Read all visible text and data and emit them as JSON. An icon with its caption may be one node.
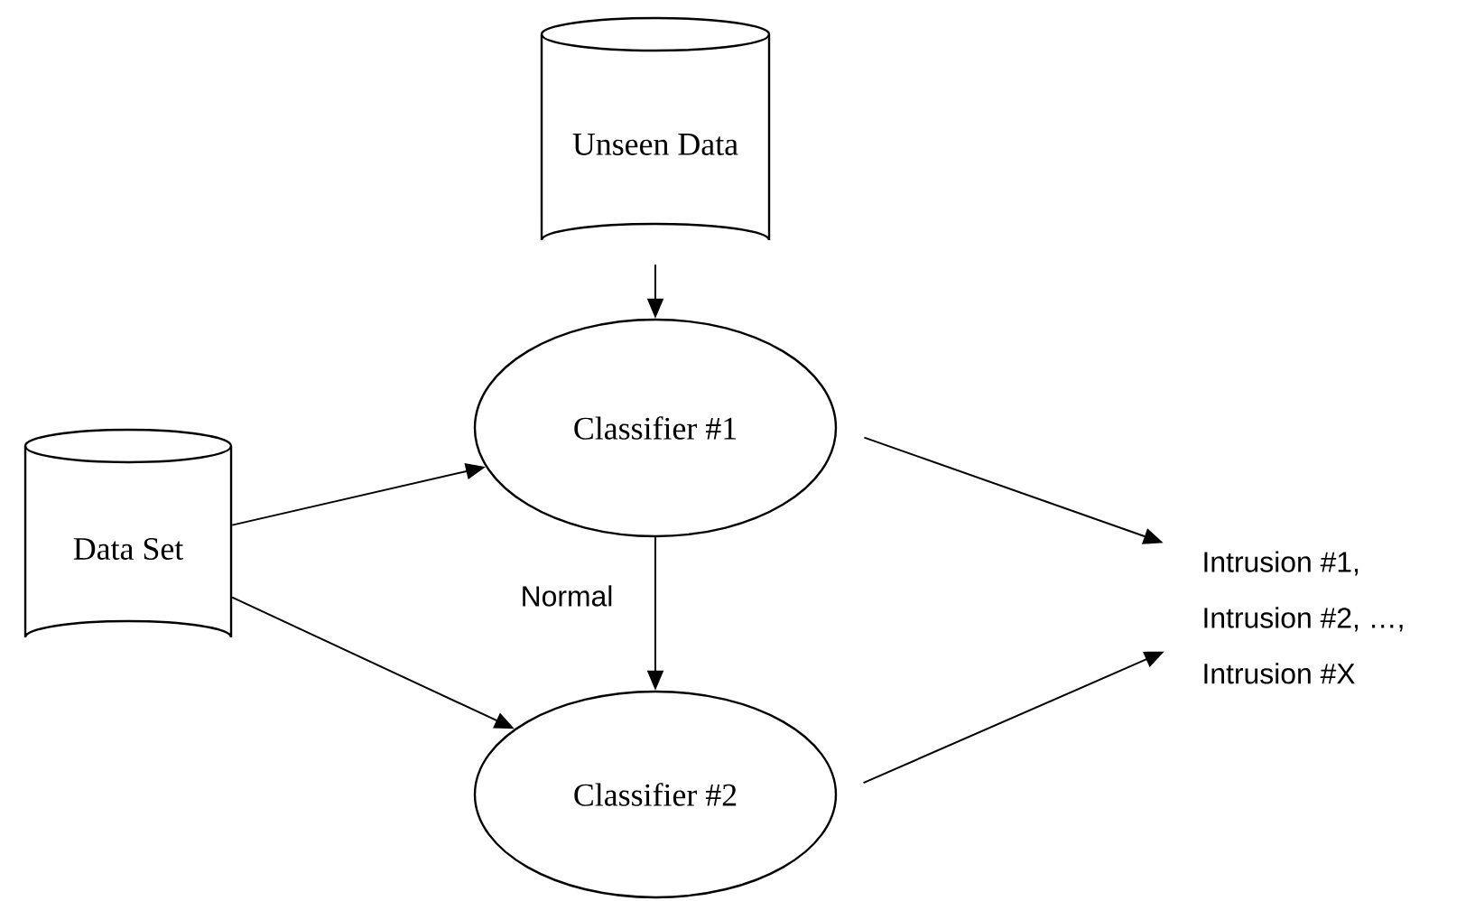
{
  "diagram": {
    "nodes": [
      {
        "text": [
          "Unseen Data"
        ]
      },
      {
        "text": [
          "Data Set"
        ]
      },
      {
        "text": [
          "Classifier #1"
        ]
      },
      {
        "text": [
          "Classifier #2"
        ]
      },
      {
        "text": [
          "Intrusion #1,",
          "Intrusion #2, …,",
          "Intrusion #X"
        ]
      }
    ],
    "edges": [
      {
        "from": 0,
        "to": 2,
        "arrow": "to"
      },
      {
        "from": 1,
        "to": 2,
        "arrow": "to"
      },
      {
        "from": 1,
        "to": 3,
        "arrow": "to"
      },
      {
        "from": 2,
        "to": 3,
        "arrow": "to",
        "label": "Normal"
      },
      {
        "from": 2,
        "to": 4,
        "arrow": "to"
      },
      {
        "from": 3,
        "to": 4,
        "arrow": "to"
      }
    ]
  }
}
